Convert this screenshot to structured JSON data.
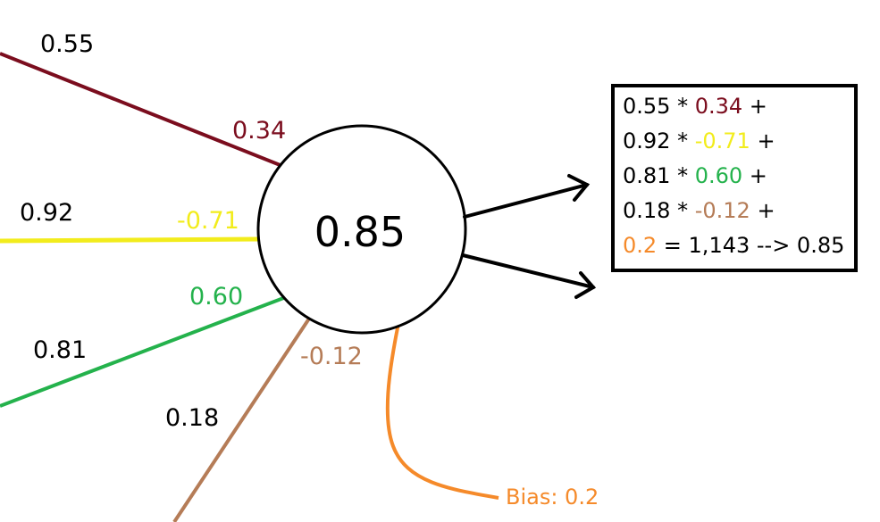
{
  "colors": {
    "black": "#000000",
    "dark_red": "#7b0d1e",
    "yellow": "#f2ec1c",
    "green": "#24b24c",
    "brown": "#b57c57",
    "orange": "#f58a2a"
  },
  "neuron": {
    "value": "0.85"
  },
  "inputs": [
    {
      "input": "0.55",
      "weight": "0.34",
      "color": "dark_red"
    },
    {
      "input": "0.92",
      "weight": "-0.71",
      "color": "yellow"
    },
    {
      "input": "0.81",
      "weight": "0.60",
      "color": "green"
    },
    {
      "input": "0.18",
      "weight": "-0.12",
      "color": "brown"
    }
  ],
  "bias": {
    "label": "Bias: 0.2"
  },
  "formula": {
    "lines": [
      {
        "a": "0.55",
        "op": " * ",
        "b": "0.34",
        "tail": " +"
      },
      {
        "a": "0.92",
        "op": " * ",
        "b": "-0.71",
        "tail": " +"
      },
      {
        "a": "0.81",
        "op": " * ",
        "b": "0.60",
        "tail": " +"
      },
      {
        "a": "0.18",
        "op": " * ",
        "b": "-0.12",
        "tail": " +"
      }
    ],
    "last": {
      "bias": "0.2",
      "rest": " = 1,143 --> 0.85"
    }
  }
}
